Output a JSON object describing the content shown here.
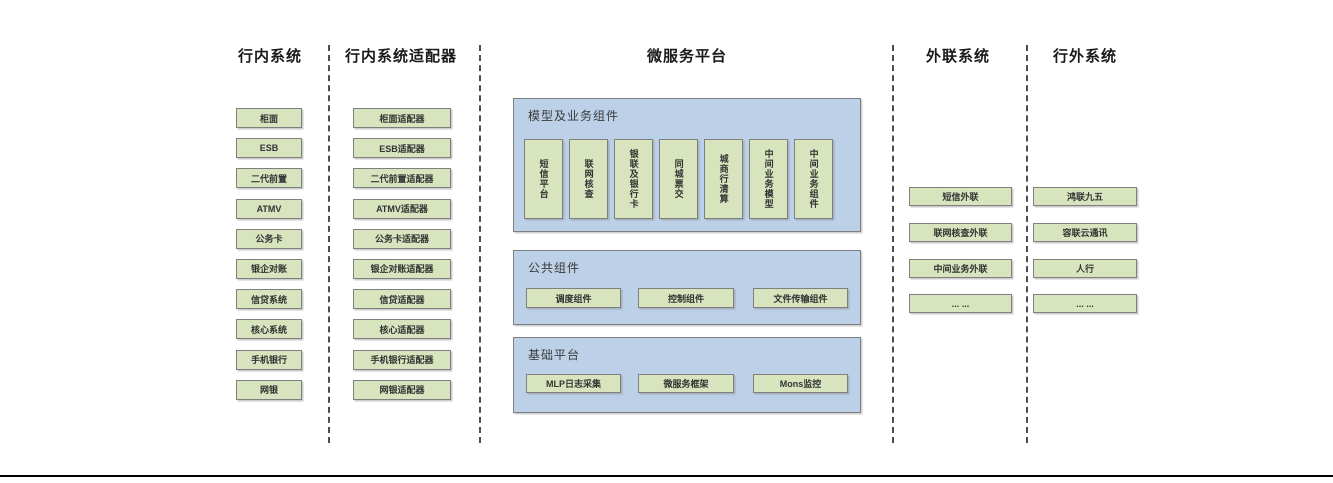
{
  "colors": {
    "node_fill": "#d7e4bd",
    "node_border": "#7f7f7f",
    "panel_fill": "#bcd0e8",
    "divider": "#4d4d4d",
    "baseline": "#000000"
  },
  "columns": {
    "internal": {
      "title": "行内系统",
      "items": [
        "柜面",
        "ESB",
        "二代前置",
        "ATMV",
        "公务卡",
        "银企对账",
        "信贷系统",
        "核心系统",
        "手机银行",
        "网银"
      ]
    },
    "adapters": {
      "title": "行内系统适配器",
      "items": [
        "柜面适配器",
        "ESB适配器",
        "二代前置适配器",
        "ATMV适配器",
        "公务卡适配器",
        "银企对账适配器",
        "信贷适配器",
        "核心适配器",
        "手机银行适配器",
        "网银适配器"
      ]
    },
    "platform": {
      "title": "微服务平台",
      "sections": {
        "model": {
          "label": "模型及业务组件",
          "items": [
            "短信平台",
            "联网核查",
            "银联及银行卡",
            "同城票交",
            "城商行清算",
            "中间业务模型",
            "中间业务组件"
          ]
        },
        "common": {
          "label": "公共组件",
          "items": [
            "调度组件",
            "控制组件",
            "文件传输组件"
          ]
        },
        "base": {
          "label": "基础平台",
          "items": [
            "MLP日志采集",
            "微服务框架",
            "Mons监控"
          ]
        }
      }
    },
    "outlink": {
      "title": "外联系统",
      "items": [
        "短信外联",
        "联网核查外联",
        "中间业务外联",
        "... ..."
      ]
    },
    "external": {
      "title": "行外系统",
      "items": [
        "鸿联九五",
        "容联云通讯",
        "人行",
        "... ..."
      ]
    }
  }
}
